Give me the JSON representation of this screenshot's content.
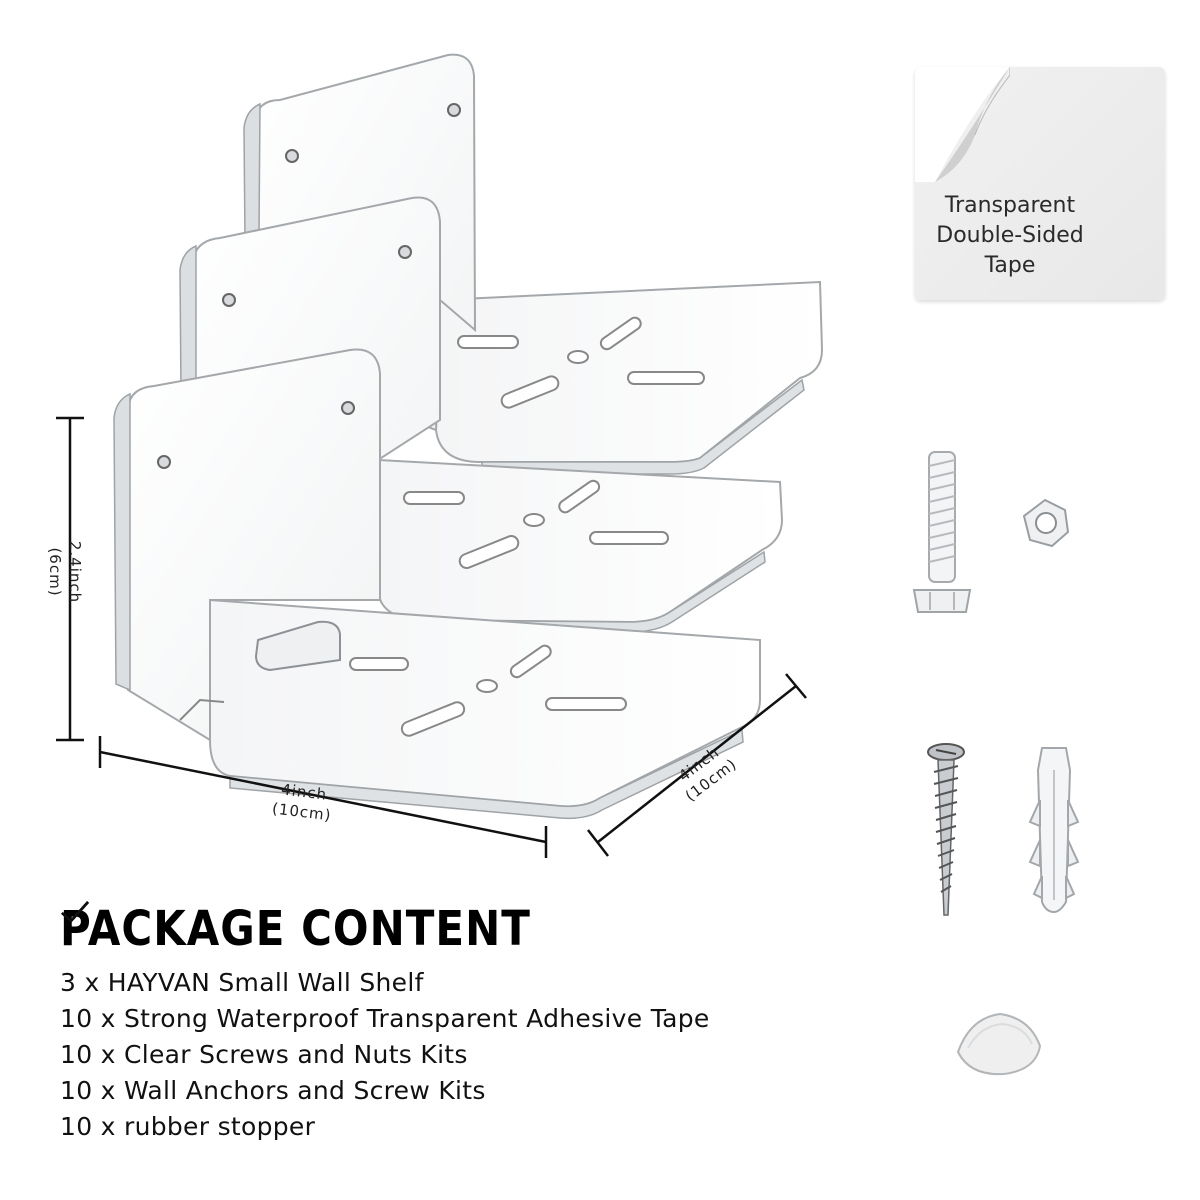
{
  "dimensions": {
    "width_label_in": "4inch",
    "width_label_cm": "(10cm)",
    "depth_label_in": "4inch",
    "depth_label_cm": "(10cm)",
    "height_label_in": "2.4inch",
    "height_label_cm": "(6cm)"
  },
  "tape_card": {
    "line1": "Transparent",
    "line2": "Double-Sided",
    "line3": "Tape"
  },
  "package": {
    "title": "PACKAGE CONTENT",
    "items": [
      "3 x HAYVAN Small Wall Shelf",
      "10 x Strong Waterproof Transparent Adhesive Tape",
      "10 x Clear Screws and Nuts Kits",
      "10 x Wall Anchors and Screw Kits",
      "10 x rubber stopper"
    ]
  },
  "icons": {
    "check": "check-icon",
    "fold": "page-fold-icon"
  },
  "colors": {
    "text": "#111111",
    "acrylic_edge": "#9a9a9a",
    "acrylic_fill": "#f6f7f8"
  }
}
